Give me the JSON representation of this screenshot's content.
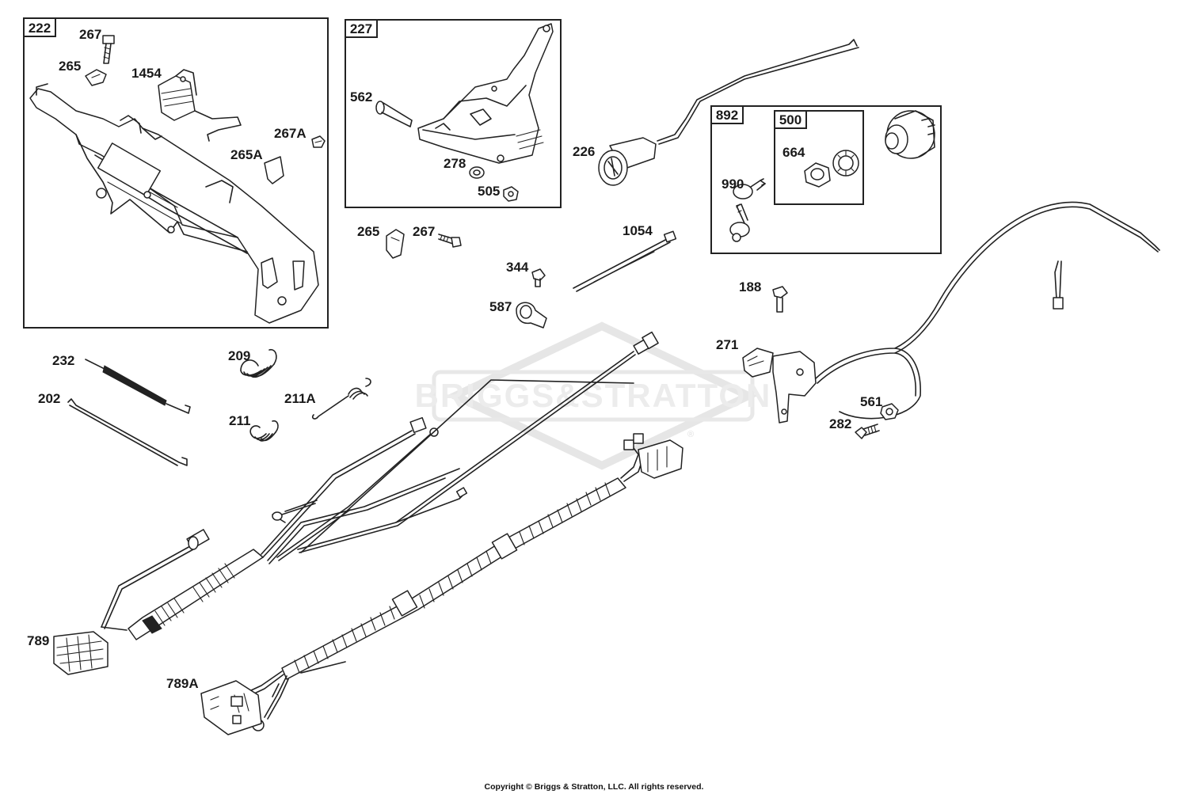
{
  "watermark": {
    "text": "BRIGGS&STRATTON",
    "registered_mark": "®"
  },
  "copyright": "Copyright © Briggs & Stratton, LLC. All rights reserved.",
  "boxes": {
    "box_222": "222",
    "box_227": "227",
    "box_892": "892",
    "box_500": "500"
  },
  "labels": {
    "l267_top": "267",
    "l265_top": "265",
    "l1454": "1454",
    "l267A": "267A",
    "l265A": "265A",
    "l562": "562",
    "l278": "278",
    "l505": "505",
    "l226": "226",
    "l664": "664",
    "l990": "990",
    "l265_mid": "265",
    "l267_mid": "267",
    "l1054": "1054",
    "l344": "344",
    "l587": "587",
    "l188": "188",
    "l271": "271",
    "l232": "232",
    "l209": "209",
    "l202": "202",
    "l211A": "211A",
    "l211": "211",
    "l561": "561",
    "l282": "282",
    "l789": "789",
    "l789A": "789A"
  }
}
